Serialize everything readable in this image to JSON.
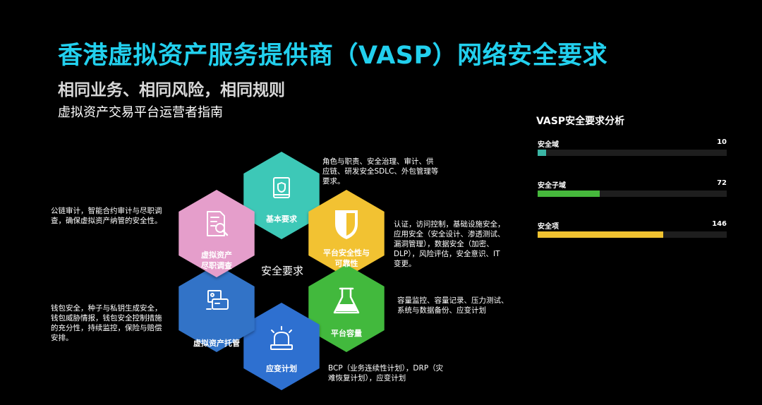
{
  "header": {
    "title": "香港虚拟资产服务提供商（VASP）网络安全要求",
    "subtitle": "相同业务、相同风险，相同规则",
    "subtitle2": "虚拟资产交易平台运营者指南"
  },
  "diagram": {
    "center": "安全要求",
    "nodes": [
      {
        "id": "basic",
        "label_lines": [
          "基本要求"
        ],
        "color": "#3ec8b7",
        "icon": "book-shield-icon",
        "desc_lines": [
          "角色与职责、安全治理、审计、供",
          "应链、研发安全SDLC、外包管理等",
          "要求。"
        ]
      },
      {
        "id": "platform",
        "label_lines": [
          "平台安全性与",
          "可靠性"
        ],
        "color": "#f2c230",
        "icon": "shield-icon",
        "desc_lines": [
          "认证，访问控制，基础设施安全，",
          "应用安全（安全设计、渗透测试、",
          "漏洞管理），数据安全（加密、",
          "DLP），风险评估，安全意识、IT",
          "变更。"
        ]
      },
      {
        "id": "capacity",
        "label_lines": [
          "平台容量"
        ],
        "color": "#43b93e",
        "icon": "flask-icon",
        "desc_lines": [
          "容量监控、容量记录、压力测试、",
          "系统与数据备份、应变计划"
        ]
      },
      {
        "id": "contingency",
        "label_lines": [
          "应变计划"
        ],
        "color": "#2f6fd0",
        "icon": "alarm-light-icon",
        "desc_lines": [
          "BCP（业务连续性计划），DRP（灾",
          "难恢复计划），应变计划"
        ]
      },
      {
        "id": "custody",
        "label_lines": [
          "虚拟资产托管"
        ],
        "color": "#3273c7",
        "icon": "wallet-card-icon",
        "desc_lines": [
          "钱包安全，种子与私钥生成安全，",
          "钱包威胁情报，钱包安全控制措施",
          "的充分性，持续监控，保险与赔偿",
          "安排。"
        ]
      },
      {
        "id": "due",
        "label_lines": [
          "虚拟资产",
          "尽职调查"
        ],
        "color": "#e59ecb",
        "icon": "document-search-icon",
        "desc_lines": [
          "公链审计，智能合约审计与尽职调",
          "查，确保虚拟资产纳管的安全性。"
        ]
      }
    ]
  },
  "panel": {
    "title": "VASP安全要求分析",
    "max": 220,
    "bars": [
      {
        "name": "安全域",
        "value": 10,
        "color": "#3bb6a5"
      },
      {
        "name": "安全子域",
        "value": 72,
        "color": "#46b83c"
      },
      {
        "name": "安全项",
        "value": 146,
        "color": "#f0c230"
      }
    ]
  }
}
